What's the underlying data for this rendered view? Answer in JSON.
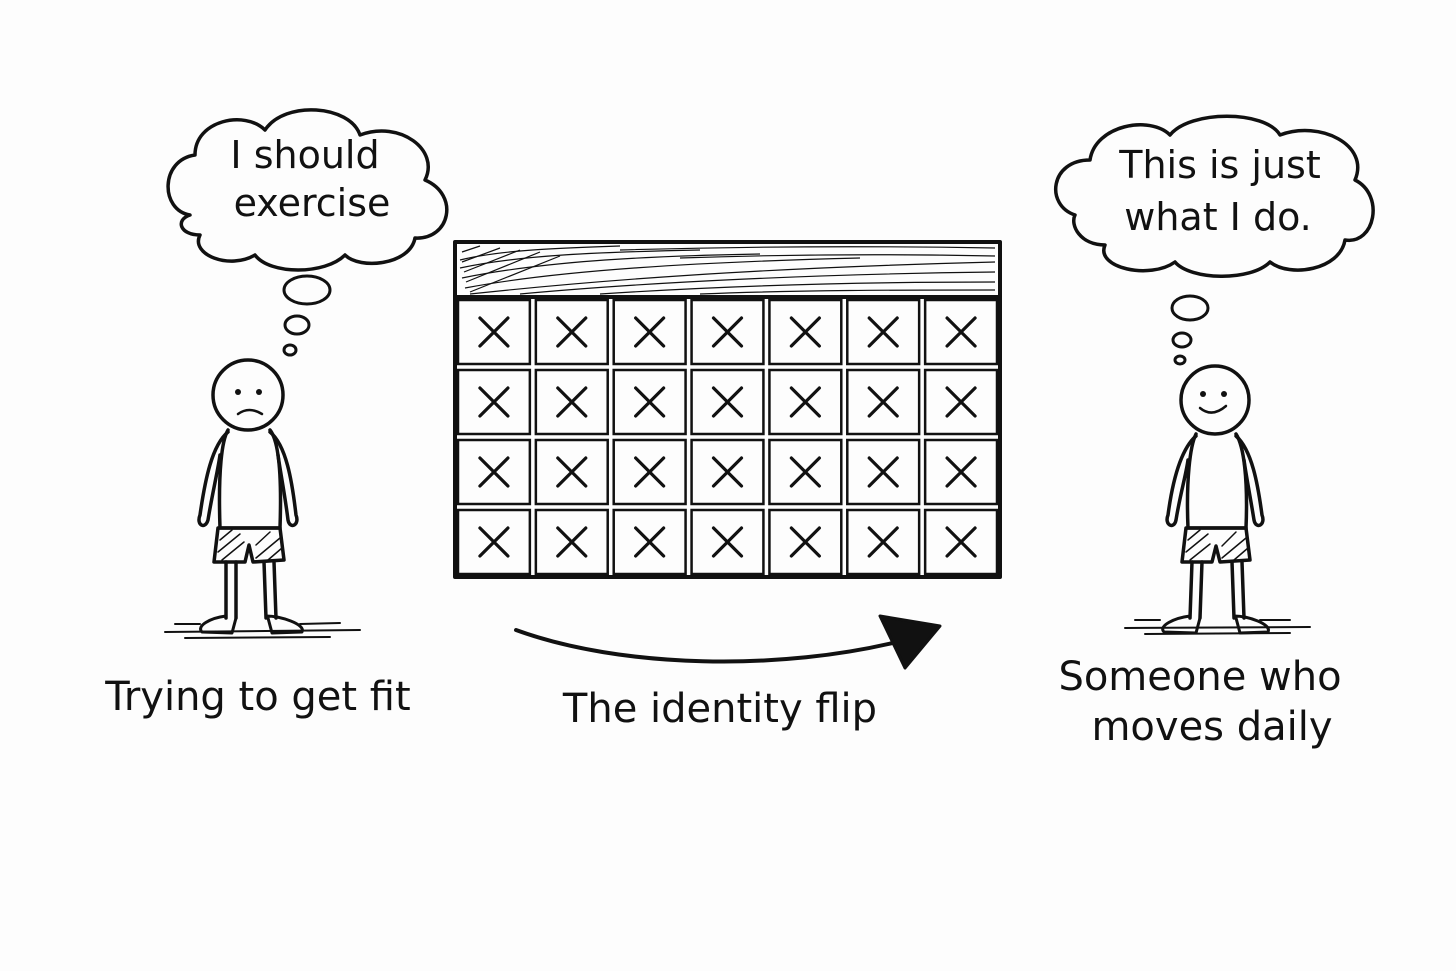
{
  "left_person": {
    "thought": [
      "I should",
      "exercise"
    ],
    "mood": "sad",
    "caption": "Trying to get fit"
  },
  "right_person": {
    "thought": [
      "This is just",
      "what I do."
    ],
    "mood": "happy",
    "caption": [
      "Someone who",
      "moves daily"
    ]
  },
  "calendar": {
    "rows": 4,
    "columns": 7,
    "mark": "✕"
  },
  "transition": {
    "label": "The identity flip"
  },
  "colors": {
    "ink": "#111111",
    "background": "#fdfdfd"
  }
}
